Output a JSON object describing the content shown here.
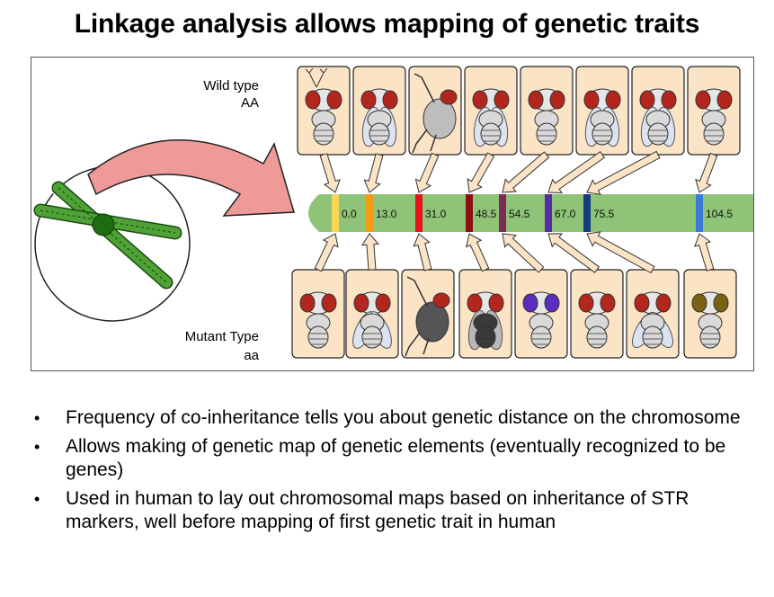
{
  "title": "Linkage analysis allows mapping of genetic traits",
  "figure": {
    "wild_label": "Wild type",
    "wild_genotype": "AA",
    "mutant_label": "Mutant Type",
    "mutant_genotype": "aa",
    "chromosome_color": "#8fc478",
    "loci": [
      {
        "position": "0.0",
        "color": "#f7d75a",
        "wild_trait": "aristae",
        "mutant_trait": "aristae-less",
        "mutant_eye": "#b3261e"
      },
      {
        "position": "13.0",
        "color": "#f39c12",
        "wild_trait": "normal-wings",
        "mutant_trait": "dumpy-wings",
        "mutant_eye": "#b3261e"
      },
      {
        "position": "31.0",
        "color": "#e8141b",
        "wild_trait": "legs-side",
        "mutant_trait": "body-side",
        "mutant_eye": "#b3261e"
      },
      {
        "position": "48.5",
        "color": "#8b1010",
        "wild_trait": "gray-body",
        "mutant_trait": "black-body",
        "mutant_eye": "#b3261e"
      },
      {
        "position": "54.5",
        "color": "#7d2a57",
        "wild_trait": "red-eye",
        "mutant_trait": "purple-eye",
        "mutant_eye": "#5a2dbd"
      },
      {
        "position": "67.0",
        "color": "#5b2aa8",
        "wild_trait": "long-wings",
        "mutant_trait": "vestigial",
        "mutant_eye": "#b3261e"
      },
      {
        "position": "75.5",
        "color": "#173d80",
        "wild_trait": "flat-wings",
        "mutant_trait": "curved-wings",
        "mutant_eye": "#b3261e"
      },
      {
        "position": "104.5",
        "color": "#3a7bd5",
        "wild_trait": "red-eye",
        "mutant_trait": "brown-eye",
        "mutant_eye": "#7a6215"
      }
    ]
  },
  "bullets": [
    "Frequency of co-inheritance tells you about genetic distance on the chromosome",
    "Allows making of genetic map of genetic elements (eventually recognized to be genes)",
    "Used in human to lay out chromosomal maps based on inheritance of STR markers, well before mapping of first genetic trait in human"
  ]
}
